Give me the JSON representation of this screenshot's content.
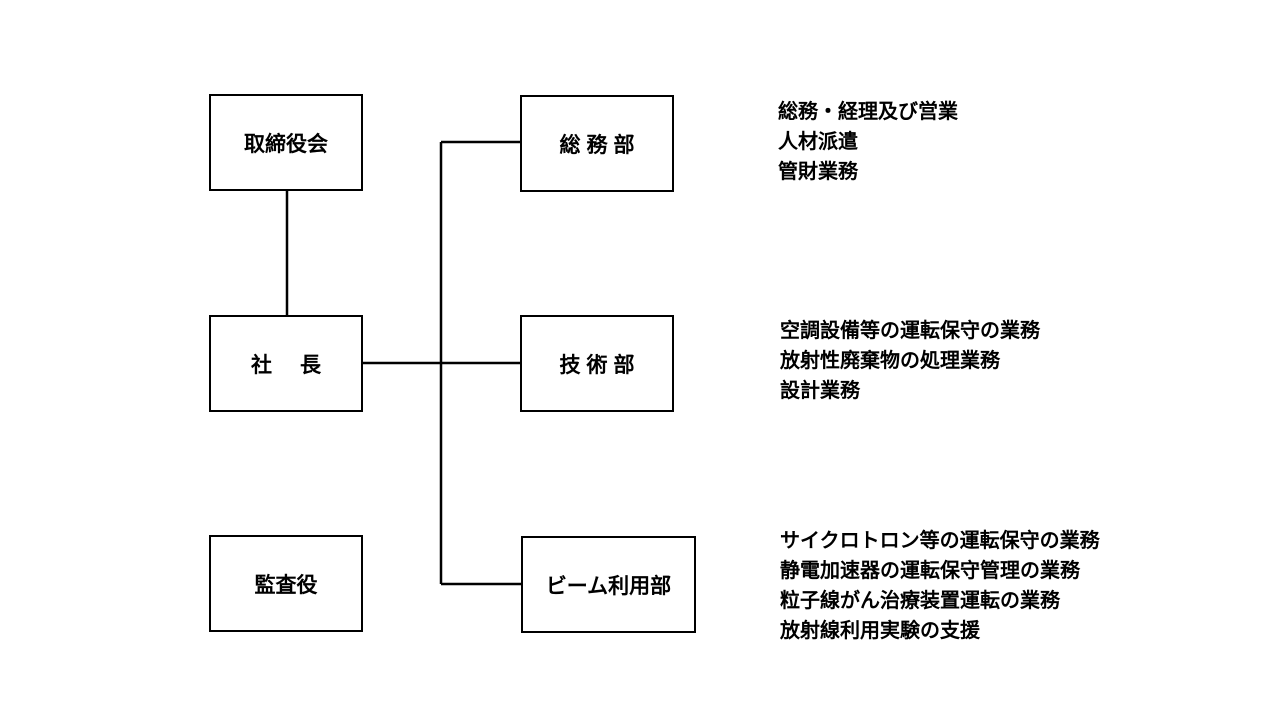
{
  "org_chart": {
    "board": {
      "label": "取締役会"
    },
    "president": {
      "label": "社長"
    },
    "auditor": {
      "label": "監査役"
    },
    "departments": [
      {
        "label": "総務部",
        "duties": [
          "総務・経理及び営業",
          "人材派遣",
          "管財業務"
        ]
      },
      {
        "label": "技術部",
        "duties": [
          "空調設備等の運転保守の業務",
          "放射性廃棄物の処理業務",
          "設計業務"
        ]
      },
      {
        "label": "ビーム利用部",
        "duties": [
          "サイクロトロン等の運転保守の業務",
          "静電加速器の運転保守管理の業務",
          "粒子線がん治療装置運転の業務",
          "放射線利用実験の支援"
        ]
      }
    ],
    "colors": {
      "line": "#000000",
      "box_border": "#000000",
      "background": "#ffffff"
    }
  }
}
